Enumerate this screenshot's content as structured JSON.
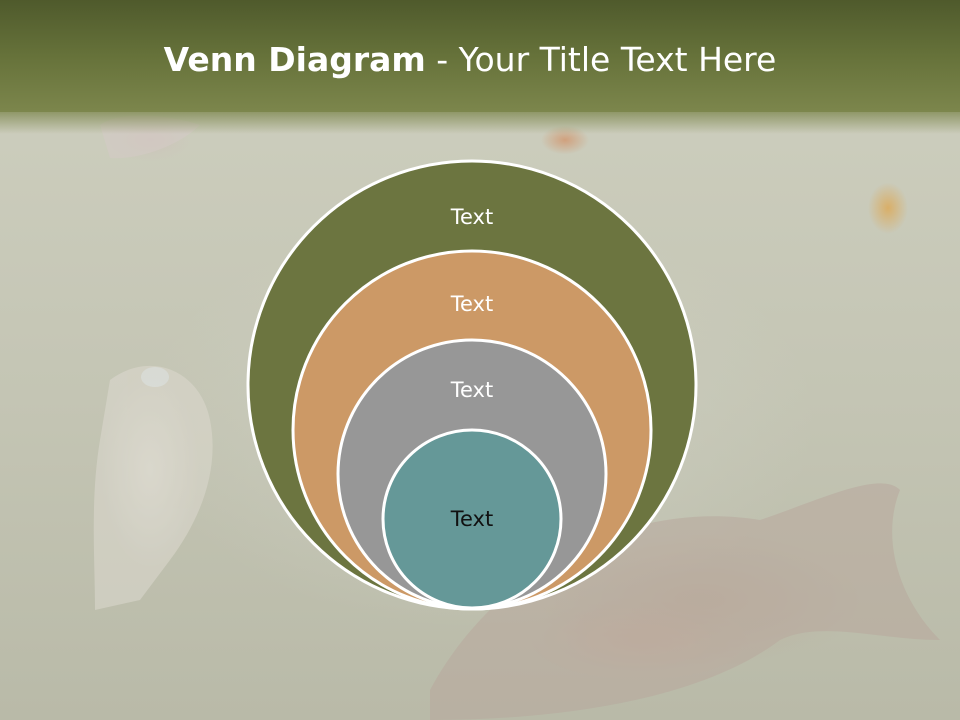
{
  "slide": {
    "title_bold": "Venn Diagram",
    "title_rest": " - Your Title Text Here"
  },
  "diagram": {
    "type": "nested-circles",
    "circles": [
      {
        "label": "Text",
        "fill": "#6c7540",
        "text_color": "#ffffff"
      },
      {
        "label": "Text",
        "fill": "#cc9966",
        "text_color": "#ffffff"
      },
      {
        "label": "Text",
        "fill": "#979797",
        "text_color": "#ffffff"
      },
      {
        "label": "Text",
        "fill": "#659898",
        "text_color": "#111111"
      }
    ],
    "outline_color": "#ffffff"
  },
  "colors": {
    "header": "#66723a",
    "background": "#c7c8b8"
  }
}
